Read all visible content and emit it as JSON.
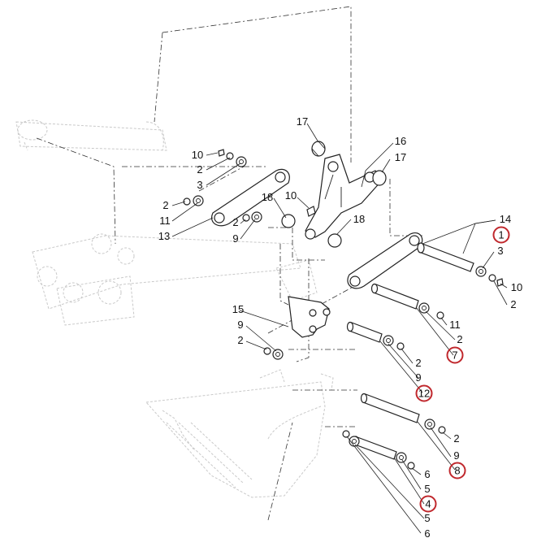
{
  "labels": [
    {
      "id": "l17a",
      "text": "17",
      "highlight": false
    },
    {
      "id": "l16",
      "text": "16",
      "highlight": false
    },
    {
      "id": "l17b",
      "text": "17",
      "highlight": false
    },
    {
      "id": "l10a",
      "text": "10",
      "highlight": false
    },
    {
      "id": "l2a",
      "text": "2",
      "highlight": false
    },
    {
      "id": "l3a",
      "text": "3",
      "highlight": false
    },
    {
      "id": "l18a",
      "text": "18",
      "highlight": false
    },
    {
      "id": "l10b",
      "text": "10",
      "highlight": false
    },
    {
      "id": "l2b",
      "text": "2",
      "highlight": false
    },
    {
      "id": "l11a",
      "text": "11",
      "highlight": false
    },
    {
      "id": "l2c",
      "text": "2",
      "highlight": false
    },
    {
      "id": "l13",
      "text": "13",
      "highlight": false
    },
    {
      "id": "l9a",
      "text": "9",
      "highlight": false
    },
    {
      "id": "l18b",
      "text": "18",
      "highlight": false
    },
    {
      "id": "l14",
      "text": "14",
      "highlight": false
    },
    {
      "id": "l1",
      "text": "1",
      "highlight": true
    },
    {
      "id": "l3b",
      "text": "3",
      "highlight": false
    },
    {
      "id": "l10c",
      "text": "10",
      "highlight": false
    },
    {
      "id": "l2d",
      "text": "2",
      "highlight": false
    },
    {
      "id": "l15",
      "text": "15",
      "highlight": false
    },
    {
      "id": "l2e",
      "text": "2",
      "highlight": false
    },
    {
      "id": "l11b",
      "text": "11",
      "highlight": false
    },
    {
      "id": "l7",
      "text": "7",
      "highlight": true
    },
    {
      "id": "l9b",
      "text": "9",
      "highlight": false
    },
    {
      "id": "l2f",
      "text": "2",
      "highlight": false
    },
    {
      "id": "l2g",
      "text": "2",
      "highlight": false
    },
    {
      "id": "l9c",
      "text": "9",
      "highlight": false
    },
    {
      "id": "l12",
      "text": "12",
      "highlight": true
    },
    {
      "id": "l2h",
      "text": "2",
      "highlight": false
    },
    {
      "id": "l9d",
      "text": "9",
      "highlight": false
    },
    {
      "id": "l8",
      "text": "8",
      "highlight": true
    },
    {
      "id": "l6a",
      "text": "6",
      "highlight": false
    },
    {
      "id": "l5a",
      "text": "5",
      "highlight": false
    },
    {
      "id": "l4",
      "text": "4",
      "highlight": true
    },
    {
      "id": "l5b",
      "text": "5",
      "highlight": false
    },
    {
      "id": "l6b",
      "text": "6",
      "highlight": false
    }
  ],
  "colors": {
    "highlight": "#c0282d",
    "ink": "#222222",
    "ghost": "#c9c9c9"
  }
}
